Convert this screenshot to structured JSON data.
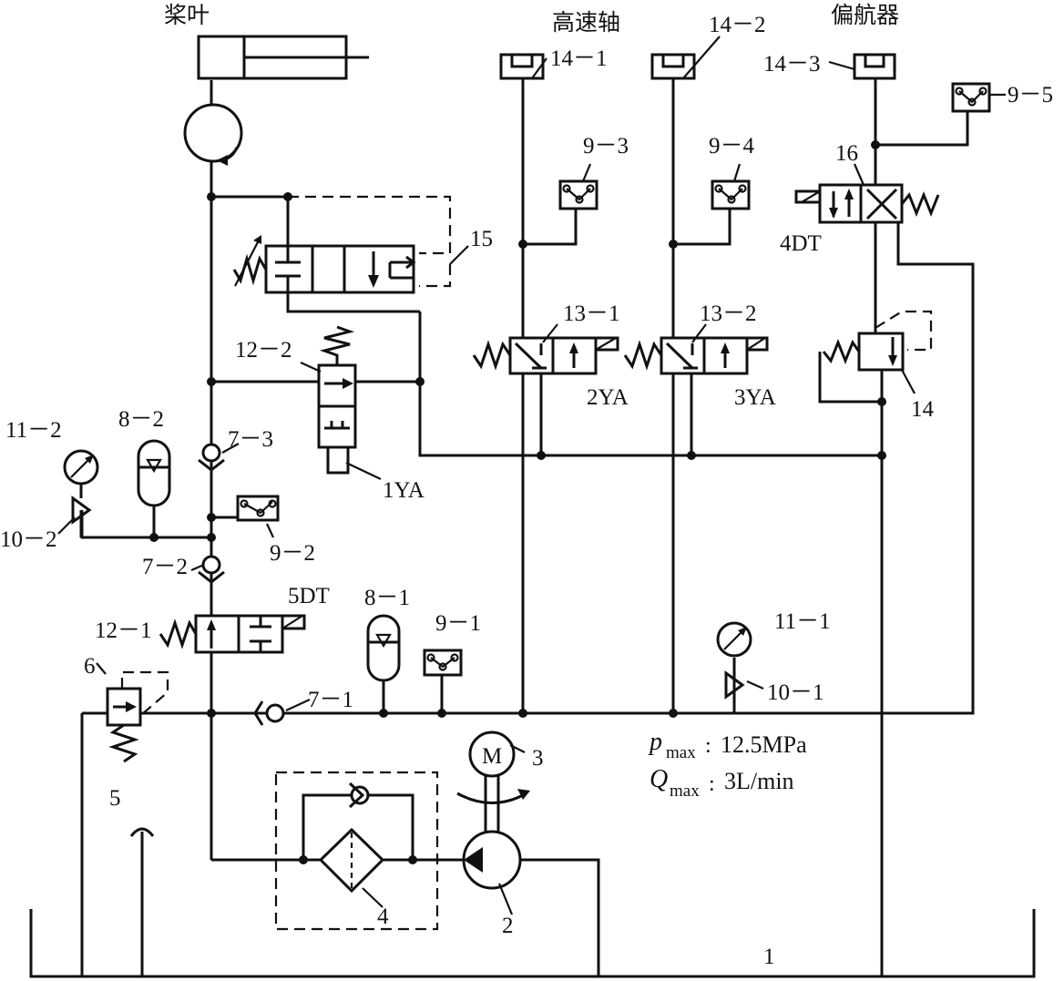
{
  "labels": {
    "propeller": "桨叶",
    "high_speed_shaft": "高速轴",
    "yaw": "偏航器",
    "c14_1": "14－1",
    "c14_2": "14－2",
    "c14_3": "14－3",
    "c9_1": "9－1",
    "c9_2": "9－2",
    "c9_3": "9－3",
    "c9_4": "9－4",
    "c9_5": "9－5",
    "c16": "16",
    "c4dt": "4DT",
    "c15": "15",
    "c13_1": "13－1",
    "c13_2": "13－2",
    "c2ya": "2YA",
    "c3ya": "3YA",
    "c14": "14",
    "c12_2": "12－2",
    "c1ya": "1YA",
    "c11_2": "11－2",
    "c8_2": "8－2",
    "c7_3": "7－3",
    "c10_2": "10－2",
    "c7_2": "7－2",
    "c5dt": "5DT",
    "c12_1": "12－1",
    "c8_1": "8－1",
    "c6": "6",
    "c7_1": "7－1",
    "c11_1": "11－1",
    "c10_1": "10－1",
    "c3": "3",
    "motor": "M",
    "c5": "5",
    "c4": "4",
    "c2": "2",
    "c1": "1"
  },
  "specs": {
    "p_symbol": "p",
    "p_sub": "max",
    "p_value": "12.5MPa",
    "q_symbol": "Q",
    "q_sub": "max",
    "q_value": "3L/min",
    "separator": ":"
  }
}
